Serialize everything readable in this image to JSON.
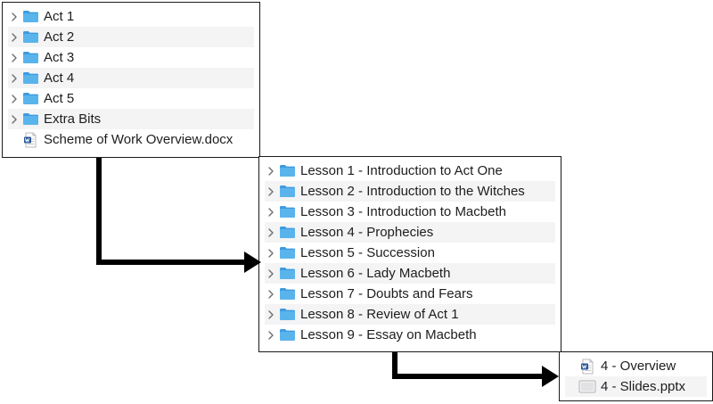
{
  "acts_panel": {
    "items": [
      {
        "label": "Act 1",
        "icon": "folder-icon",
        "expandable": true
      },
      {
        "label": "Act 2",
        "icon": "folder-icon",
        "expandable": true
      },
      {
        "label": "Act 3",
        "icon": "folder-icon",
        "expandable": true
      },
      {
        "label": "Act 4",
        "icon": "folder-icon",
        "expandable": true
      },
      {
        "label": "Act 5",
        "icon": "folder-icon",
        "expandable": true
      },
      {
        "label": "Extra Bits",
        "icon": "folder-icon",
        "expandable": true
      },
      {
        "label": "Scheme of Work Overview.docx",
        "icon": "word-document-icon",
        "expandable": false
      }
    ]
  },
  "lessons_panel": {
    "items": [
      {
        "label": "Lesson 1 - Introduction to Act One",
        "icon": "folder-icon",
        "expandable": true
      },
      {
        "label": "Lesson 2 - Introduction to the Witches",
        "icon": "folder-icon",
        "expandable": true
      },
      {
        "label": "Lesson 3 - Introduction to Macbeth",
        "icon": "folder-icon",
        "expandable": true
      },
      {
        "label": "Lesson 4 - Prophecies",
        "icon": "folder-icon",
        "expandable": true
      },
      {
        "label": "Lesson 5 - Succession",
        "icon": "folder-icon",
        "expandable": true
      },
      {
        "label": "Lesson 6 - Lady Macbeth",
        "icon": "folder-icon",
        "expandable": true
      },
      {
        "label": "Lesson 7 - Doubts and Fears",
        "icon": "folder-icon",
        "expandable": true
      },
      {
        "label": "Lesson 8 - Review of Act 1",
        "icon": "folder-icon",
        "expandable": true
      },
      {
        "label": "Lesson 9 - Essay on Macbeth",
        "icon": "folder-icon",
        "expandable": true
      }
    ]
  },
  "files_panel": {
    "items": [
      {
        "label": "4 - Overview",
        "icon": "word-document-icon",
        "expandable": false
      },
      {
        "label": "4 - Slides.pptx",
        "icon": "slides-file-icon",
        "expandable": false
      }
    ]
  },
  "colors": {
    "folder": "#5ab4ec",
    "folder_tab": "#3d9be0",
    "row_alt": "#f4f4f5",
    "word_blue": "#2b5797",
    "arrow": "#000000"
  }
}
